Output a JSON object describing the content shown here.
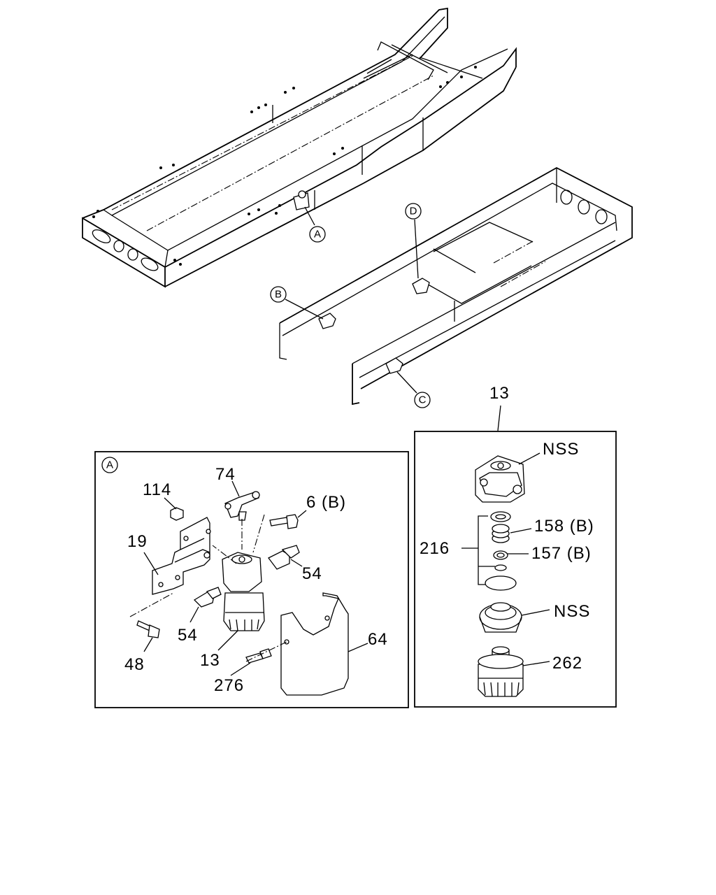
{
  "callouts": {
    "A": "A",
    "B": "B",
    "C": "C",
    "D": "D"
  },
  "detail_a": {
    "marker": "A",
    "labels": {
      "p114": "114",
      "p74": "74",
      "p6b": "6 (B)",
      "p19": "19",
      "p54_right": "54",
      "p54_left": "54",
      "p48": "48",
      "p13": "13",
      "p64": "64",
      "p276": "276"
    }
  },
  "detail_13": {
    "title": "13",
    "labels": {
      "nss_top": "NSS",
      "p158b": "158 (B)",
      "p216": "216",
      "p157b": "157 (B)",
      "nss_mid": "NSS",
      "p262": "262"
    }
  }
}
